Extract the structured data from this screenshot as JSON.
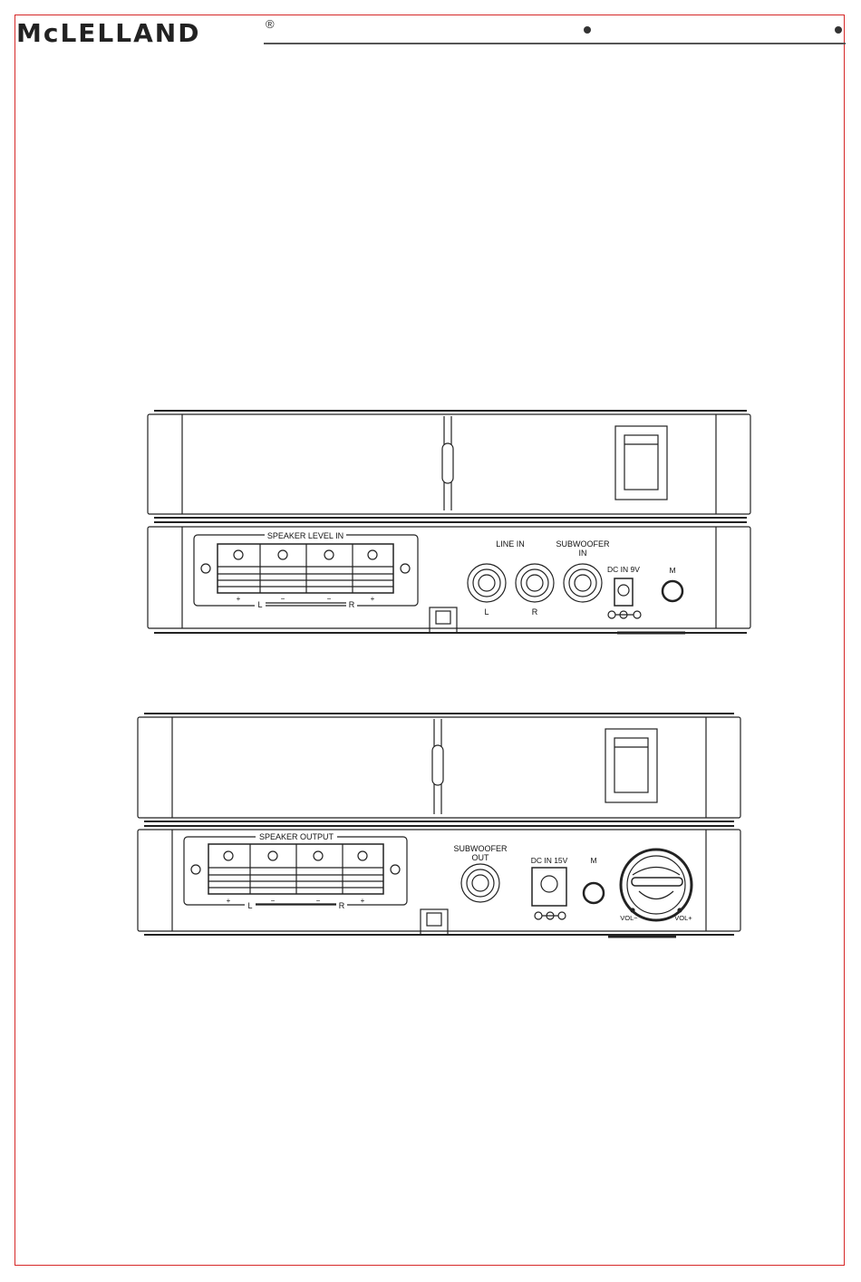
{
  "header": {
    "logo_main": "McLELLAND",
    "registered_mark": "®"
  },
  "device_top": {
    "panel_title": "SPEAKER LEVEL IN",
    "terminal_signs": [
      "+",
      "−",
      "−",
      "+"
    ],
    "channel_left": "L",
    "channel_right": "R",
    "line_in_label": "LINE IN",
    "line_in_left": "L",
    "line_in_right": "R",
    "sub_in_label_1": "SUBWOOFER",
    "sub_in_label_2": "IN",
    "dc_label": "DC IN 9V",
    "m_label": "M"
  },
  "device_bottom": {
    "panel_title": "SPEAKER OUTPUT",
    "terminal_signs": [
      "+",
      "−",
      "−",
      "+"
    ],
    "channel_left": "L",
    "channel_right": "R",
    "sub_out_label_1": "SUBWOOFER",
    "sub_out_label_2": "OUT",
    "dc_label": "DC IN 15V",
    "m_label": "M",
    "vol_minus": "VOL−",
    "vol_plus": "VOL+"
  },
  "colors": {
    "border": "#d62828",
    "line": "#222222"
  }
}
